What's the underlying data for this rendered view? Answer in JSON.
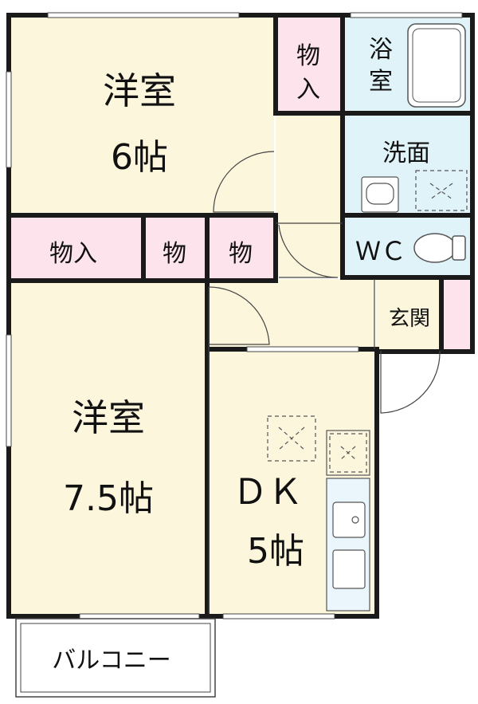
{
  "colors": {
    "room": "#fbf6dc",
    "storage": "#fde3ec",
    "wet": "#dff3f8",
    "wall": "#1a1a1a",
    "line": "#444444"
  },
  "rooms": {
    "western_room_1": {
      "name": "洋室",
      "size": "6帖"
    },
    "western_room_2": {
      "name": "洋室",
      "size": "7.5帖"
    },
    "dk": {
      "name": "ＤＫ",
      "size": "5帖"
    }
  },
  "storage": {
    "top_closet": {
      "line1": "物",
      "line2": "入"
    },
    "closet_wide": "物入",
    "closet_small_a": "物",
    "closet_small_b": "物"
  },
  "wet_areas": {
    "bath": {
      "line1": "浴",
      "line2": "室"
    },
    "washroom": "洗面",
    "toilet": "ＷＣ"
  },
  "entrance": "玄関",
  "balcony": "バルコニー"
}
